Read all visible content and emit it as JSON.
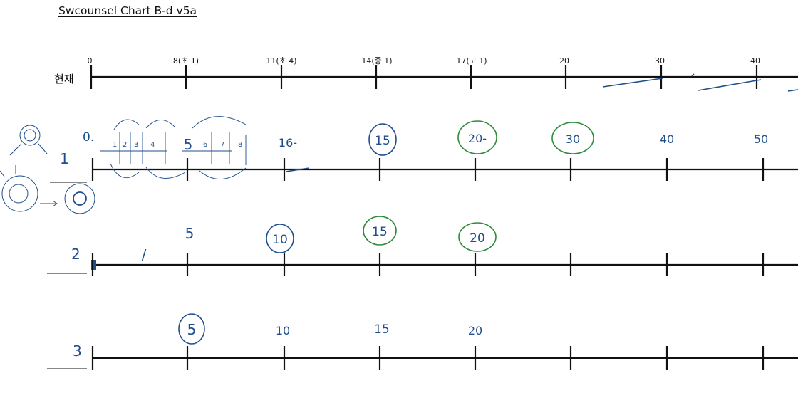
{
  "title": "Swcounsel Chart B-d v5a",
  "colors": {
    "ink": "#111111",
    "pen_blue": "#1f4e8c",
    "pen_green": "#2e8b3a"
  },
  "timelines": {
    "top": {
      "row_label": "현재",
      "ticks": [
        "0",
        "8(초 1)",
        "11(초 4)",
        "14(중 1)",
        "17(고 1)",
        "20",
        "30",
        "40"
      ]
    },
    "row1": {
      "row_label": "1",
      "marks": [
        {
          "text": "0.",
          "style": "plain",
          "color": "blue"
        },
        {
          "text": "5",
          "style": "plain",
          "color": "blue"
        },
        {
          "text": "16-",
          "style": "plain",
          "color": "blue"
        },
        {
          "text": "15",
          "style": "circled",
          "color": "blue"
        },
        {
          "text": "20-",
          "style": "circled",
          "color": "green"
        },
        {
          "text": "30",
          "style": "circled",
          "color": "green"
        },
        {
          "text": "40",
          "style": "plain",
          "color": "blue"
        },
        {
          "text": "50",
          "style": "plain",
          "color": "blue"
        }
      ],
      "sub_numbers": [
        "1",
        "2",
        "3",
        "4",
        "6",
        "7",
        "8"
      ]
    },
    "row2": {
      "row_label": "2",
      "marks": [
        {
          "text": "/",
          "style": "plain",
          "color": "blue"
        },
        {
          "text": "5",
          "style": "plain",
          "color": "blue"
        },
        {
          "text": "10",
          "style": "circled",
          "color": "blue"
        },
        {
          "text": "15",
          "style": "circled",
          "color": "green"
        },
        {
          "text": "20",
          "style": "circled",
          "color": "green"
        }
      ]
    },
    "row3": {
      "row_label": "3",
      "marks": [
        {
          "text": "5",
          "style": "circled",
          "color": "blue"
        },
        {
          "text": "10",
          "style": "plain",
          "color": "blue"
        },
        {
          "text": "15",
          "style": "plain",
          "color": "blue"
        },
        {
          "text": "20",
          "style": "plain",
          "color": "blue"
        }
      ]
    }
  }
}
